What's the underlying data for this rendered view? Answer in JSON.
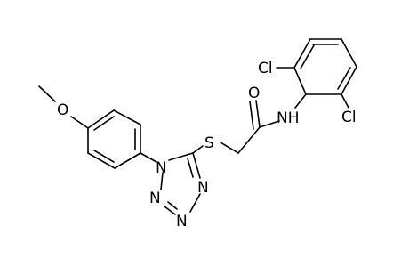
{
  "molecule": {
    "atom_labels": {
      "o_methoxy": "O",
      "n1": "N",
      "n2": "N",
      "n3": "N",
      "n4": "N",
      "s": "S",
      "o_carbonyl": "O",
      "nh": "NH",
      "cl_top": "Cl",
      "cl_right": "Cl"
    }
  }
}
